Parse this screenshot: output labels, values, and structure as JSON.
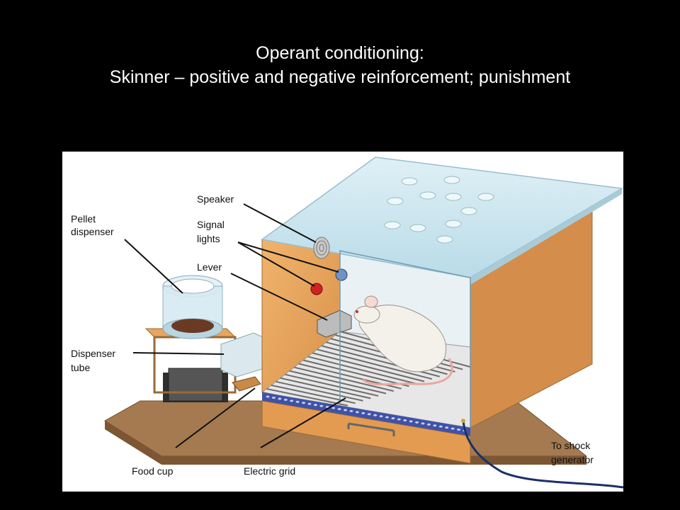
{
  "slide": {
    "title_line1": "Operant conditioning:",
    "title_line2": "Skinner – positive and negative reinforcement; punishment"
  },
  "labels": {
    "pellet_l1": "Pellet",
    "pellet_l2": "dispenser",
    "speaker": "Speaker",
    "signal_l1": "Signal",
    "signal_l2": "lights",
    "lever": "Lever",
    "tube_l1": "Dispenser",
    "tube_l2": "tube",
    "food_cup": "Food cup",
    "grid": "Electric grid",
    "shock_l1": "To shock",
    "shock_l2": "generator"
  },
  "colors": {
    "background": "#000000",
    "wood": "#e8a35a",
    "wood_dark": "#b8753a",
    "base": "#9b7048",
    "glass": "#cfe6ef",
    "grid_blue": "#3f52a8",
    "light_red": "#d42020",
    "light_blue": "#6f93c8"
  }
}
